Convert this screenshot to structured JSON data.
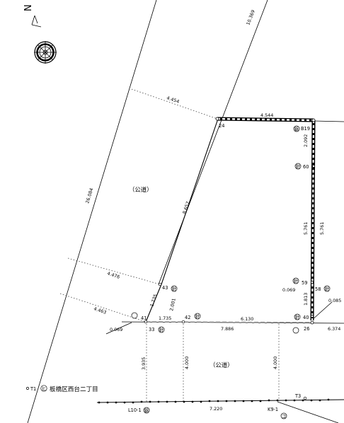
{
  "plan": {
    "north": {
      "letter": "N"
    },
    "roads": [
      {
        "id": "road-upper",
        "label": "（公道）"
      },
      {
        "id": "road-lower",
        "label": "（公道）"
      }
    ],
    "area_label": {
      "code": "T1",
      "marker": "ヒ",
      "text": "板橋区西台二丁目"
    },
    "dimensions": [
      {
        "id": "d-10369",
        "value": "10.369"
      },
      {
        "id": "d-4454",
        "value": "4.454"
      },
      {
        "id": "d-4544",
        "value": "4.544"
      },
      {
        "id": "d-26084",
        "value": "26.084"
      },
      {
        "id": "d-8657",
        "value": "8.657"
      },
      {
        "id": "d-2092",
        "value": "2.092"
      },
      {
        "id": "d-5761a",
        "value": "5.761"
      },
      {
        "id": "d-5761b",
        "value": "5.761"
      },
      {
        "id": "d-4476",
        "value": "4.476"
      },
      {
        "id": "d-4463",
        "value": "4.463"
      },
      {
        "id": "d-1735a",
        "value": "1.735"
      },
      {
        "id": "d-2001",
        "value": "2.001"
      },
      {
        "id": "d-1735b",
        "value": "1.735"
      },
      {
        "id": "d-6130",
        "value": "6.130"
      },
      {
        "id": "d-1813",
        "value": "1.813"
      },
      {
        "id": "d-0085",
        "value": "0.085"
      },
      {
        "id": "d-0069a",
        "value": "0.069"
      },
      {
        "id": "d-0069b",
        "value": "0.069"
      },
      {
        "id": "d-7886",
        "value": "7.886"
      },
      {
        "id": "d-6374",
        "value": "6.374"
      },
      {
        "id": "d-3935",
        "value": "3.935"
      },
      {
        "id": "d-4000a",
        "value": "4.000"
      },
      {
        "id": "d-4000b",
        "value": "4.000"
      },
      {
        "id": "d-7220",
        "value": "7.220"
      }
    ],
    "points": [
      {
        "id": "p24",
        "label": "24"
      },
      {
        "id": "pB19",
        "label": "B19",
        "marker": "鋲"
      },
      {
        "id": "p60",
        "label": "60",
        "marker": "針"
      },
      {
        "id": "p59",
        "label": "59",
        "marker": "針"
      },
      {
        "id": "p58",
        "label": "58",
        "marker": "針"
      },
      {
        "id": "p40",
        "label": "40",
        "marker": "針"
      },
      {
        "id": "p26",
        "label": "26"
      },
      {
        "id": "p43",
        "label": "43",
        "marker": "針"
      },
      {
        "id": "p42",
        "label": "42",
        "marker": "針"
      },
      {
        "id": "p41",
        "label": "41"
      },
      {
        "id": "p33",
        "label": "33",
        "marker": "針"
      },
      {
        "id": "pL10",
        "label": "L10-1",
        "marker": "鋲"
      },
      {
        "id": "pK9",
        "label": "K9-1",
        "marker": "コ"
      },
      {
        "id": "pT3",
        "label": "T3"
      }
    ],
    "colors": {
      "ink": "#000000",
      "dotted": "#444444",
      "paper": "#ffffff"
    }
  }
}
